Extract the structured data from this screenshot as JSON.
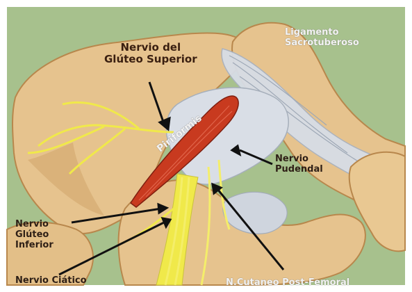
{
  "labels": {
    "nervio_gluteo_superior": [
      "Nervio del",
      "Glúteo Superior"
    ],
    "ligamento_sacrotuberoso": [
      "Ligamento",
      "Sacrotuberoso"
    ],
    "piriformis": "Piriformis",
    "nervio_pudendal": [
      "Nervio",
      "Pudendal"
    ],
    "nervio_gluteo_inferior": [
      "Nervio",
      "Glúteo",
      "Inferior"
    ],
    "nervio_ciatico": "Nervio Ciático",
    "n_cutaneo_post_femoral": "N.Cutaneo Post-Femoral"
  },
  "colors": {
    "background": "#a7c18d",
    "bone": "#e6c38e",
    "bone_shadow": "#c99d63",
    "ligament": "#d7dde6",
    "muscle": "#c83a1f",
    "nerve": "#f0e94a",
    "label_dark": "#2e1f16",
    "label_light": "#f3f3f3"
  }
}
